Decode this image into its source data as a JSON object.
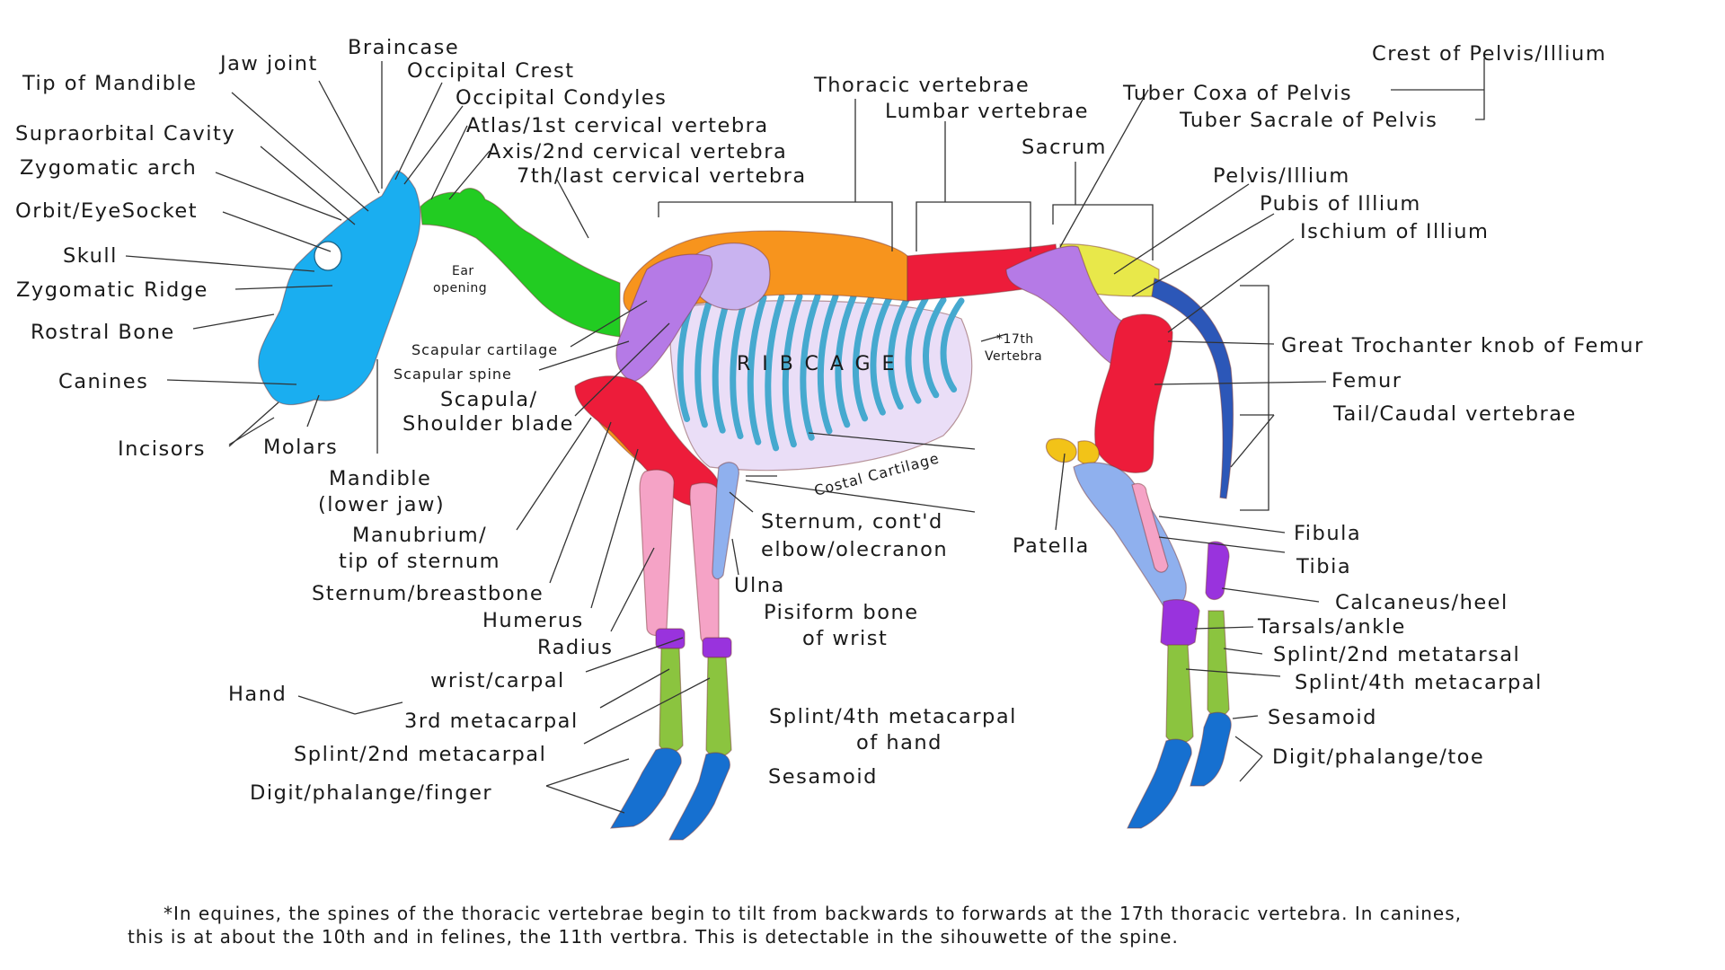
{
  "colors": {
    "skull": "#1aaef0",
    "cervical": "#22cc22",
    "thoracic": "#f7941d",
    "lumbar": "#ed1c3a",
    "sacrum": "#e8e84a",
    "pelvis": "#b57ae6",
    "scapula_cartilage": "#c9b3f0",
    "ribs": "#46a9cf",
    "costal": "#d9c3f0",
    "humerus": "#ed1c3a",
    "radius_ulna": "#f5a3c6",
    "ulna": "#8fb0ee",
    "carpal": "#9933dd",
    "metacarpal": "#8bc43f",
    "phalange": "#1670d0",
    "patella": "#f2c318",
    "tibia": "#8fb0ee",
    "tail": "#2c57b8",
    "femur": "#ed1c3a"
  },
  "labels": {
    "braincase": "Braincase",
    "jaw_joint": "Jaw joint",
    "occipital_crest": "Occipital Crest",
    "tip_of_mandible": "Tip of Mandible",
    "occipital_condyles": "Occipital Condyles",
    "atlas": "Atlas/1st cervical vertebra",
    "supraorbital": "Supraorbital Cavity",
    "axis": "Axis/2nd cervical vertebra",
    "zygomatic_arch": "Zygomatic arch",
    "seventh_cervical": "7th/last cervical vertebra",
    "orbit": "Orbit/EyeSocket",
    "skull": "Skull",
    "ear_opening_1": "Ear",
    "ear_opening_2": "opening",
    "zygomatic_ridge": "Zygomatic Ridge",
    "rostral_bone": "Rostral Bone",
    "scapular_cartilage": "Scapular cartilage",
    "scapular_spine": "Scapular spine",
    "canines": "Canines",
    "scapula_1": "Scapula/",
    "scapula_2": "Shoulder blade",
    "incisors": "Incisors",
    "molars": "Molars",
    "mandible_1": "Mandible",
    "mandible_2": "(lower jaw)",
    "manubrium_1": "Manubrium/",
    "manubrium_2": "tip of sternum",
    "sternum": "Sternum/breastbone",
    "humerus": "Humerus",
    "radius": "Radius",
    "wrist": "wrist/carpal",
    "hand": "Hand",
    "third_metacarpal": "3rd metacarpal",
    "splint_2nd_metacarpal": "Splint/2nd metacarpal",
    "digit_finger": "Digit/phalange/finger",
    "thoracic_vertebrae": "Thoracic vertebrae",
    "lumbar_vertebrae": "Lumbar vertebrae",
    "sacrum": "Sacrum",
    "crest_of_pelvis": "Crest of Pelvis/Illium",
    "tuber_coxa": "Tuber Coxa of Pelvis",
    "tuber_sacrale": "Tuber Sacrale of Pelvis",
    "pelvis_illium": "Pelvis/Illium",
    "pubis": "Pubis of Illium",
    "ischium": "Ischium of Illium",
    "ribcage": "RIBCAGE",
    "seventeenth_1": "*17th",
    "seventeenth_2": "Vertebra",
    "great_trochanter": "Great Trochanter knob of Femur",
    "femur": "Femur",
    "tail": "Tail/Caudal vertebrae",
    "costal_cartilage": "Costal Cartilage",
    "sternum_contd": "Sternum, cont'd",
    "elbow": "elbow/olecranon",
    "patella": "Patella",
    "ulna": "Ulna",
    "pisiform_1": "Pisiform bone",
    "pisiform_2": "of wrist",
    "fibula": "Fibula",
    "tibia": "Tibia",
    "calcaneus": "Calcaneus/heel",
    "tarsals": "Tarsals/ankle",
    "splint_2nd_metatarsal": "Splint/2nd metatarsal",
    "splint_4th_metacarpal_hind": "Splint/4th metacarpal",
    "splint_4th_hand_1": "Splint/4th metacarpal",
    "splint_4th_hand_2": "of hand",
    "sesamoid_fore": "Sesamoid",
    "sesamoid_hind": "Sesamoid",
    "digit_toe": "Digit/phalange/toe"
  },
  "footnote": {
    "line1": "*In equines, the spines of the thoracic vertebrae begin to tilt from backwards to forwards at the 17th thoracic vertebra.  In canines,",
    "line2": "this is at about the 10th and in felines, the 11th vertbra.  This is detectable in the sihouwette of the spine."
  }
}
